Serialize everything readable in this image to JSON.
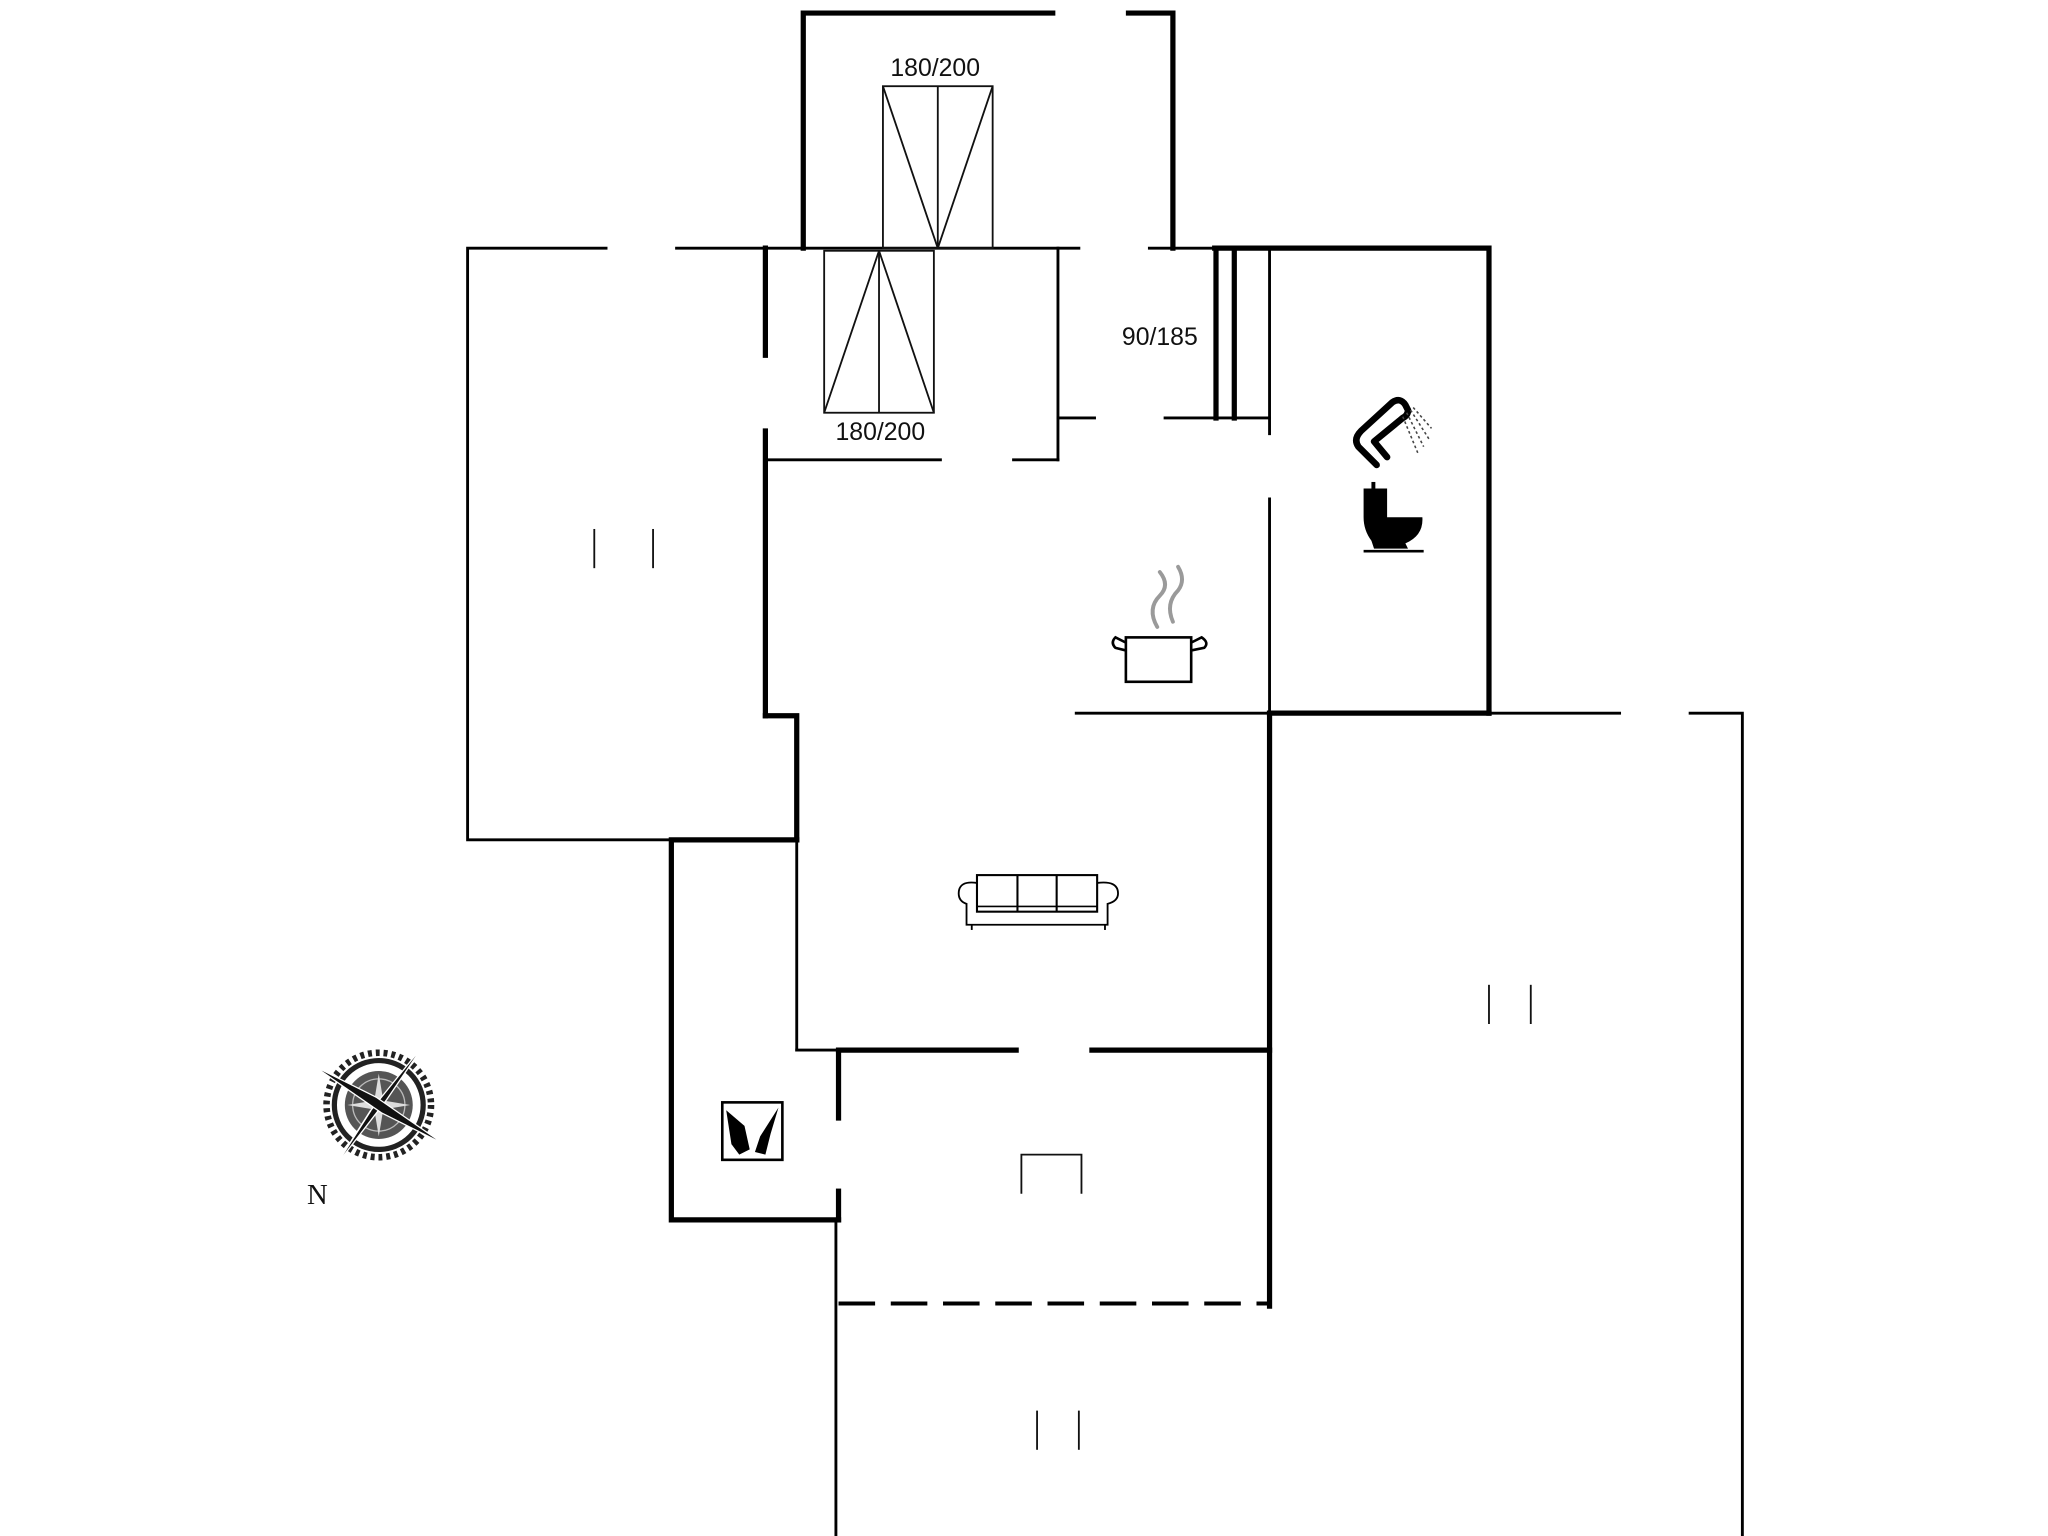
{
  "plan": {
    "type": "floor-plan",
    "colors": {
      "wall": "#000000",
      "background": "#ffffff",
      "steam": "#9a9a9a"
    },
    "beds": [
      {
        "id": "bed-upper",
        "label": "180/200"
      },
      {
        "id": "bed-lower",
        "label": "180/200"
      },
      {
        "id": "bed-bunk",
        "label": "90/185"
      }
    ],
    "rooms": [
      {
        "id": "bedroom-north",
        "icon": "double-bed-icon"
      },
      {
        "id": "bedroom-middle",
        "icon": "double-bed-icon"
      },
      {
        "id": "bedroom-bunk",
        "icon": "single-bed-icon"
      },
      {
        "id": "bathroom",
        "icons": [
          "shower-icon",
          "toilet-icon"
        ]
      },
      {
        "id": "kitchen",
        "icon": "cooking-pot-icon"
      },
      {
        "id": "living-room",
        "icon": "sofa-icon"
      },
      {
        "id": "utility-room",
        "icon": "fireplace-icon"
      },
      {
        "id": "entrance",
        "icon": "table-icon"
      },
      {
        "id": "terrace-west",
        "icon": "door-opening-icon"
      },
      {
        "id": "terrace-east",
        "icon": "door-opening-icon"
      },
      {
        "id": "terrace-south",
        "icon": "door-opening-icon"
      }
    ],
    "compass": {
      "label": "N"
    }
  }
}
